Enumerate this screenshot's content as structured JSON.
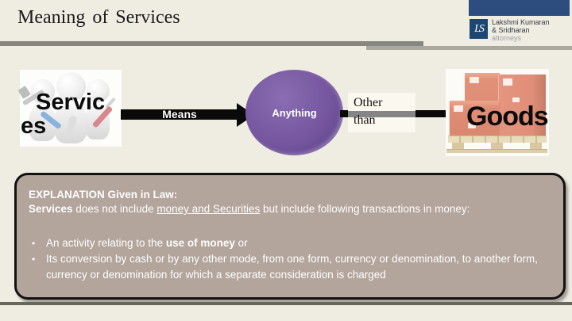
{
  "header": {
    "title": "Meaning of Services"
  },
  "logo": {
    "monogram": "LS",
    "name_line1": "Lakshmi Kumaran",
    "name_line2": "& Sridharan",
    "tagline": "attorneys"
  },
  "diagram": {
    "services": {
      "line1": "Servic",
      "line2": "es"
    },
    "means_label": "Means",
    "anything_label": "Anything",
    "other_than": {
      "line1": "Other",
      "line2": "than"
    },
    "goods_label": "Goods"
  },
  "explanation": {
    "heading": "EXPLANATION Given in Law:",
    "intro": {
      "bold": "Services",
      "mid": " does not include ",
      "underlined": "money and Securities",
      "rest": " but include following transactions in money:"
    },
    "bullet_char": "•",
    "bullets": [
      {
        "pre": "An activity relating to the ",
        "bold": "use of money",
        "post": " or"
      },
      {
        "pre": "Its conversion by cash or by any other mode, from one form, currency or denomination, to another form, currency or denomination for which a separate consideration is charged",
        "bold": "",
        "post": ""
      }
    ]
  },
  "colors": {
    "slide_background": "#efece2",
    "logo_bar_blue": "#2d4d7f",
    "circle_purple": "#75569f",
    "explanation_taupe": "#b3a49c",
    "box_salmon": "#e08d76",
    "rule_gray": "#87877f"
  }
}
